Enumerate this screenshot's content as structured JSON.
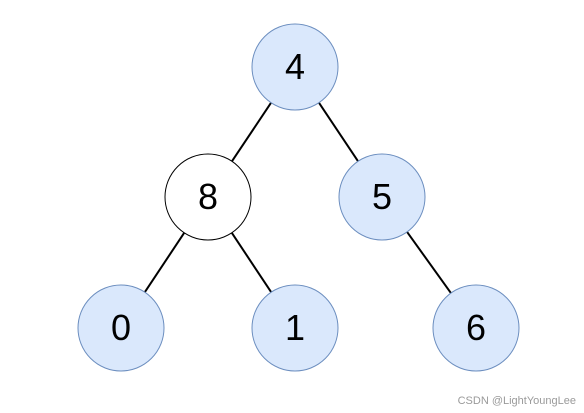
{
  "diagram": {
    "type": "binary-tree",
    "nodes": [
      {
        "id": "n4",
        "label": "4",
        "fill": "#dae8fc"
      },
      {
        "id": "n8",
        "label": "8",
        "fill": "#ffffff"
      },
      {
        "id": "n5",
        "label": "5",
        "fill": "#dae8fc"
      },
      {
        "id": "n0",
        "label": "0",
        "fill": "#dae8fc"
      },
      {
        "id": "n1",
        "label": "1",
        "fill": "#dae8fc"
      },
      {
        "id": "n6",
        "label": "6",
        "fill": "#dae8fc"
      }
    ],
    "edges": [
      {
        "from": "n4",
        "to": "n8"
      },
      {
        "from": "n4",
        "to": "n5"
      },
      {
        "from": "n8",
        "to": "n0"
      },
      {
        "from": "n8",
        "to": "n1"
      },
      {
        "from": "n5",
        "to": "n6"
      }
    ],
    "colors": {
      "highlight_fill": "#dae8fc",
      "plain_fill": "#ffffff",
      "highlight_stroke": "#6c8ebf",
      "plain_stroke": "#000000",
      "edge": "#000000"
    }
  },
  "watermark": "CSDN @LightYoungLee"
}
